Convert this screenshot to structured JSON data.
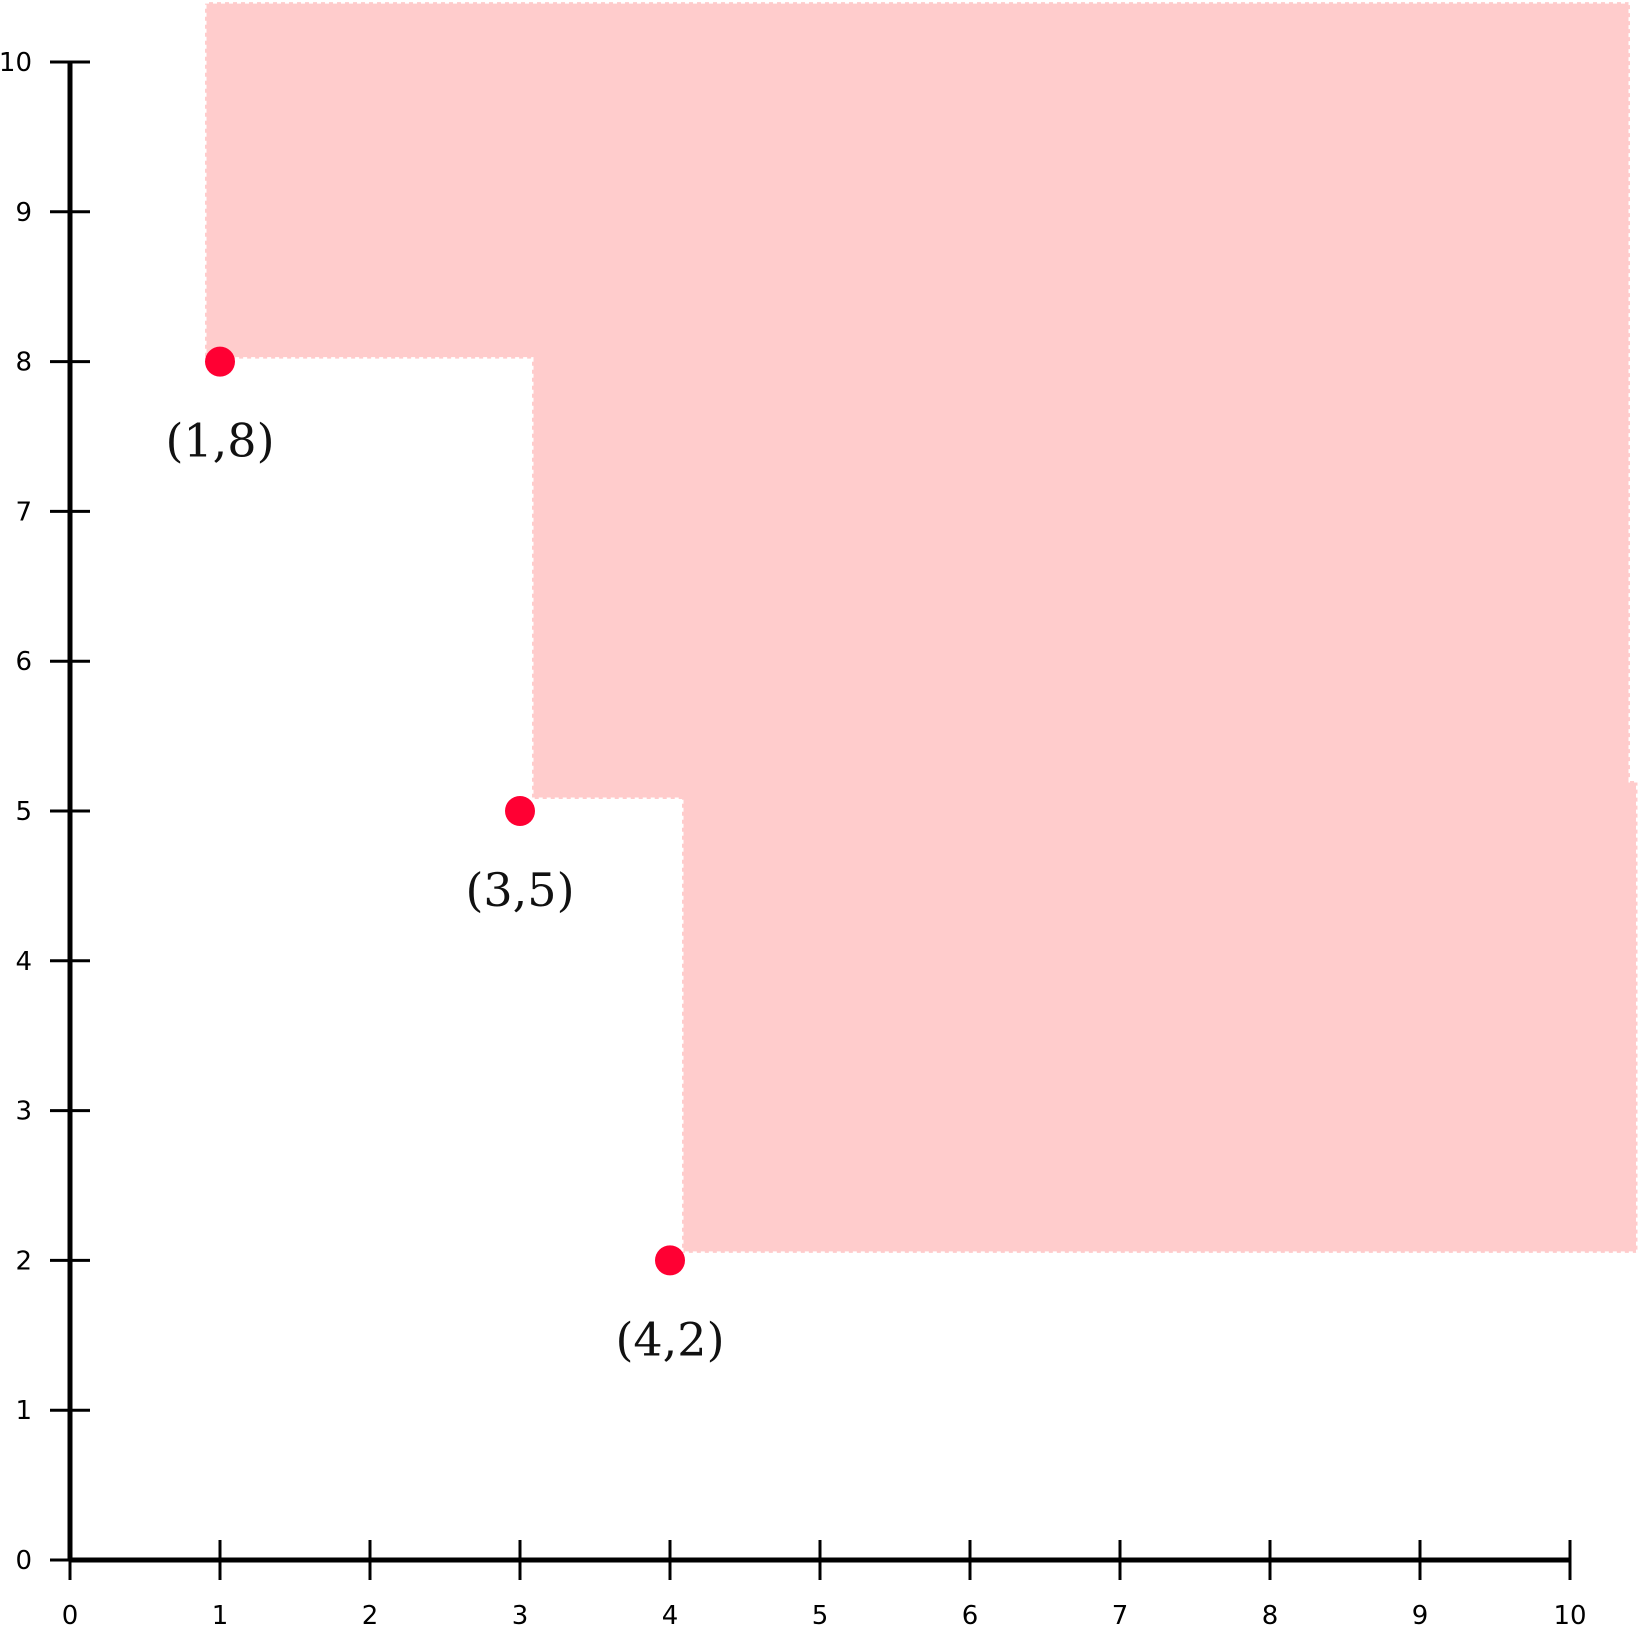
{
  "chart_data": {
    "type": "scatter",
    "title": "",
    "xlabel": "",
    "ylabel": "",
    "xlim": [
      0,
      10
    ],
    "ylim": [
      0,
      10
    ],
    "x_ticks": [
      "0",
      "1",
      "2",
      "3",
      "4",
      "5",
      "6",
      "7",
      "8",
      "9",
      "10"
    ],
    "y_ticks": [
      "0",
      "1",
      "2",
      "3",
      "4",
      "5",
      "6",
      "7",
      "8",
      "9",
      "10"
    ],
    "grid": false,
    "points": [
      {
        "x": 1,
        "y": 8,
        "label": "(1,8)"
      },
      {
        "x": 3,
        "y": 5,
        "label": "(3,5)"
      },
      {
        "x": 4,
        "y": 2,
        "label": "(4,2)"
      }
    ],
    "shaded_region": {
      "description_source": "dominated region (staircase) above and right of the points",
      "vertices": [
        [
          0.9,
          10.4
        ],
        [
          10.4,
          10.4
        ],
        [
          10.4,
          5.2
        ],
        [
          10.45,
          5.2
        ],
        [
          10.45,
          2.05
        ],
        [
          4.08,
          2.05
        ],
        [
          4.08,
          5.08
        ],
        [
          3.08,
          5.08
        ],
        [
          3.08,
          8.02
        ],
        [
          0.9,
          8.02
        ]
      ],
      "fill_color": "#ffcccc",
      "edge_color": "#ffffff"
    },
    "colors": {
      "point": "#ff0033",
      "axis": "#000000"
    }
  }
}
